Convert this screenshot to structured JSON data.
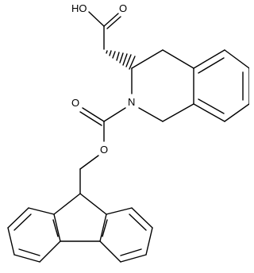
{
  "molecule": {
    "atoms": {
      "hydroxyl": "HO",
      "carbonyl_acid": "O",
      "ring_nitrogen": "N",
      "carbamate_carbonyl": "O",
      "ester_oxygen": "O"
    }
  },
  "colors": {
    "bond": "#000000",
    "label": "#000000",
    "background": "#ffffff"
  }
}
